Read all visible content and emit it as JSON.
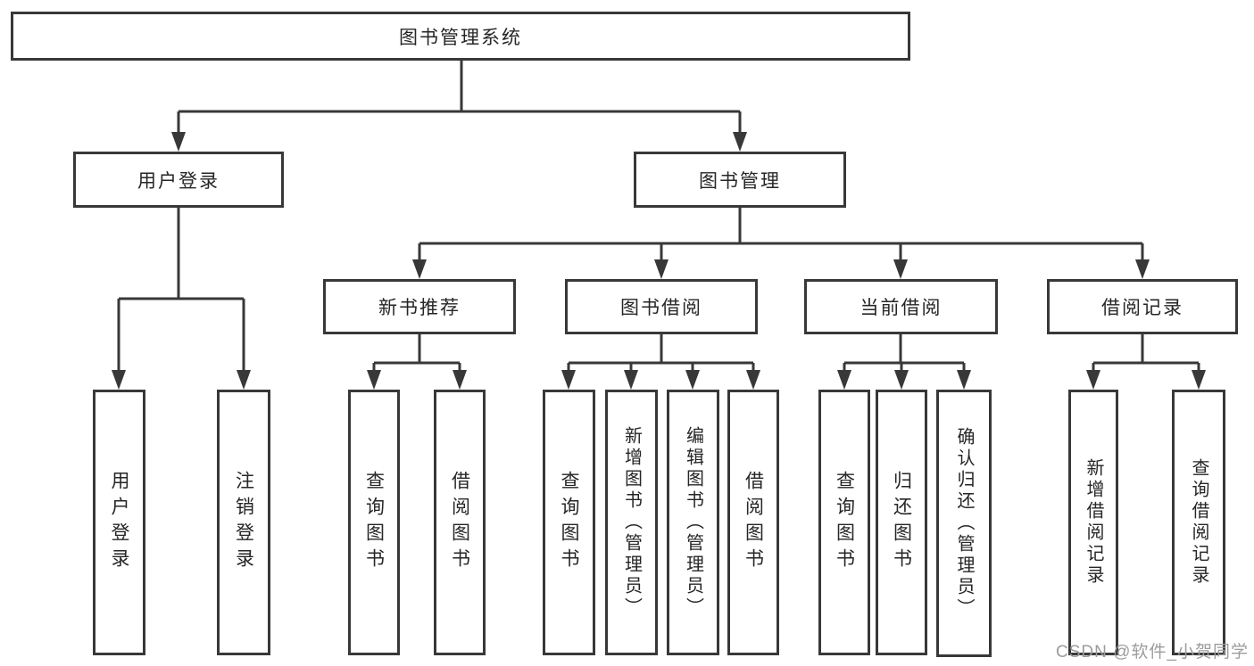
{
  "meta": {
    "title": "图书管理系统功能结构图",
    "background_color": "#ffffff",
    "line_color": "#383838",
    "text_color": "#262626",
    "watermark_color": "#9c9c9c"
  },
  "watermark": {
    "text": "CSDN @软件_小贺同学"
  },
  "diagram": {
    "type": "tree",
    "root": {
      "label": "图书管理系统"
    },
    "branches": [
      {
        "label": "用户登录",
        "children": [
          {
            "label": "用户登录"
          },
          {
            "label": "注销登录"
          }
        ]
      },
      {
        "label": "图书管理",
        "children": [
          {
            "label": "新书推荐",
            "children": [
              {
                "label": "查询图书"
              },
              {
                "label": "借阅图书"
              }
            ]
          },
          {
            "label": "图书借阅",
            "children": [
              {
                "label": "查询图书"
              },
              {
                "label": "新增图书（管理员）"
              },
              {
                "label": "编辑图书（管理员）"
              },
              {
                "label": "借阅图书"
              }
            ]
          },
          {
            "label": "当前借阅",
            "children": [
              {
                "label": "查询图书"
              },
              {
                "label": "归还图书"
              },
              {
                "label": "确认归还（管理员）"
              }
            ]
          },
          {
            "label": "借阅记录",
            "children": [
              {
                "label": "新增借阅记录"
              },
              {
                "label": "查询借阅记录"
              }
            ]
          }
        ]
      }
    ]
  }
}
